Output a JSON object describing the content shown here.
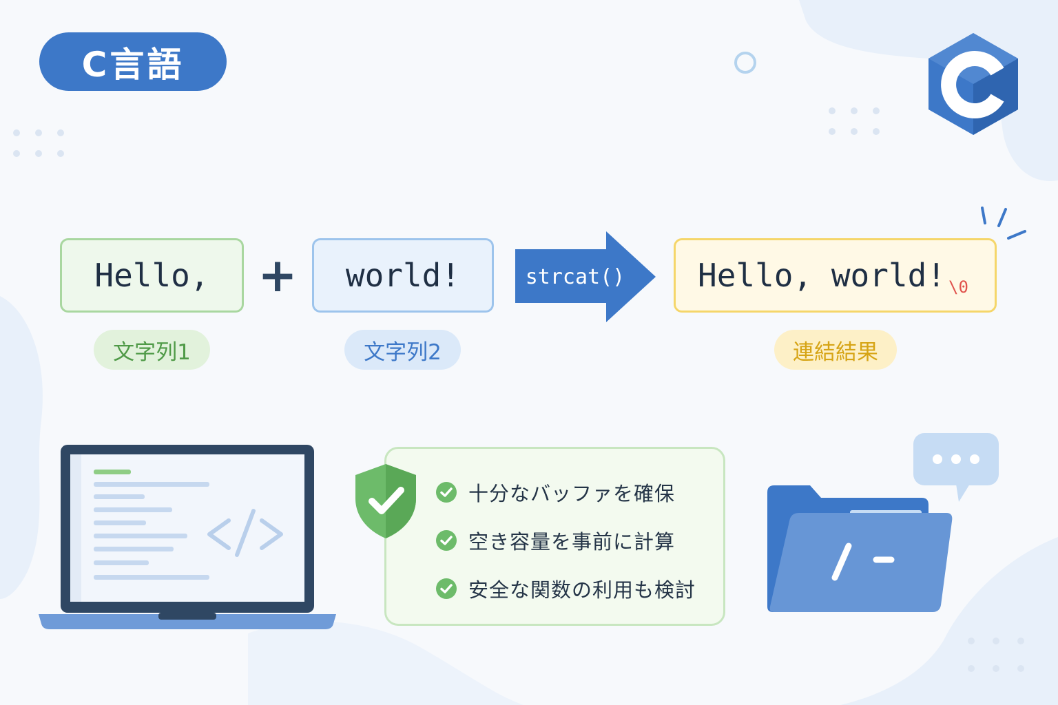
{
  "title": "C言語",
  "logo_letter": "C",
  "strings": {
    "string1": "Hello,",
    "string2": "world!",
    "result": "Hello, world!",
    "null_terminator": "\\0"
  },
  "operator": "+",
  "function_label": "strcat()",
  "tags": {
    "tag1": "文字列1",
    "tag2": "文字列2",
    "tag3": "連結結果"
  },
  "checklist": [
    "十分なバッファを確保",
    "空き容量を事前に計算",
    "安全な関数の利用も検討"
  ],
  "icons": {
    "laptop": "laptop-code-icon",
    "shield": "shield-check-icon",
    "folder": "folder-terminal-icon",
    "chat": "chat-bubble-icon",
    "logo": "c-language-logo-icon"
  },
  "colors": {
    "primary_blue": "#3d78c8",
    "green": "#6dbb6a",
    "yellow": "#f5d66a",
    "null_red": "#e0524c"
  }
}
